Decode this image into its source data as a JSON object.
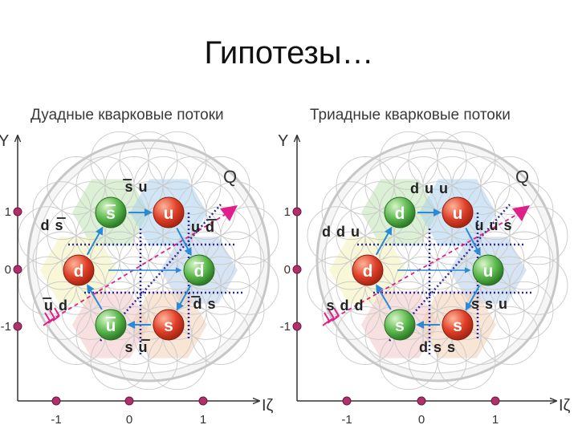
{
  "slide": {
    "title": "Гипотезы…"
  },
  "colors": {
    "axis": "#333333",
    "tick_dot": "#b0306a",
    "q_arrow": "#e0208a",
    "red_quark": "#e0402a",
    "green_quark": "#4fb04a",
    "flow_arrow": "#2a8ad8",
    "dotted_line": "#2a2a9a",
    "circle": "#c7c7c7"
  },
  "panels": [
    {
      "id": "dyadic",
      "title": "Дуадные кварковые потоки",
      "y_axis_label": "Y",
      "x_axis_label": "Iζ",
      "y_ticks": [
        "1",
        "0",
        "-1"
      ],
      "x_ticks": [
        "-1",
        "0",
        "1"
      ],
      "q_label": "Q",
      "quarks": [
        {
          "name": "s",
          "bar": true,
          "color": "green"
        },
        {
          "name": "u",
          "bar": false,
          "color": "red"
        },
        {
          "name": "d",
          "bar": false,
          "color": "red"
        },
        {
          "name": "d",
          "bar": true,
          "color": "green"
        },
        {
          "name": "u",
          "bar": true,
          "color": "green"
        },
        {
          "name": "s",
          "bar": false,
          "color": "red"
        }
      ],
      "pair_labels": [
        {
          "text": "s u",
          "bar_first": true,
          "bar_second": false
        },
        {
          "text": "d s",
          "bar_first": false,
          "bar_second": true
        },
        {
          "text": "u d",
          "bar_first": false,
          "bar_second": true
        },
        {
          "text": "u d",
          "bar_first": true,
          "bar_second": false
        },
        {
          "text": "d s",
          "bar_first": true,
          "bar_second": false
        },
        {
          "text": "s u",
          "bar_first": false,
          "bar_second": true
        }
      ]
    },
    {
      "id": "triadic",
      "title": "Триадные кварковые потоки",
      "y_axis_label": "Y",
      "x_axis_label": "Iζ",
      "y_ticks": [
        "1",
        "0",
        "-1"
      ],
      "x_ticks": [
        "-1",
        "0",
        "1"
      ],
      "q_label": "Q",
      "quarks": [
        {
          "name": "d",
          "bar": false,
          "color": "green"
        },
        {
          "name": "u",
          "bar": false,
          "color": "red"
        },
        {
          "name": "d",
          "bar": false,
          "color": "red"
        },
        {
          "name": "u",
          "bar": false,
          "color": "green"
        },
        {
          "name": "s",
          "bar": false,
          "color": "green"
        },
        {
          "name": "s",
          "bar": false,
          "color": "red"
        }
      ],
      "pair_labels": [
        {
          "text": "d u u"
        },
        {
          "text": "d d u"
        },
        {
          "text": "u u s"
        },
        {
          "text": "s d d"
        },
        {
          "text": "s s u"
        },
        {
          "text": "d s s"
        }
      ]
    }
  ]
}
